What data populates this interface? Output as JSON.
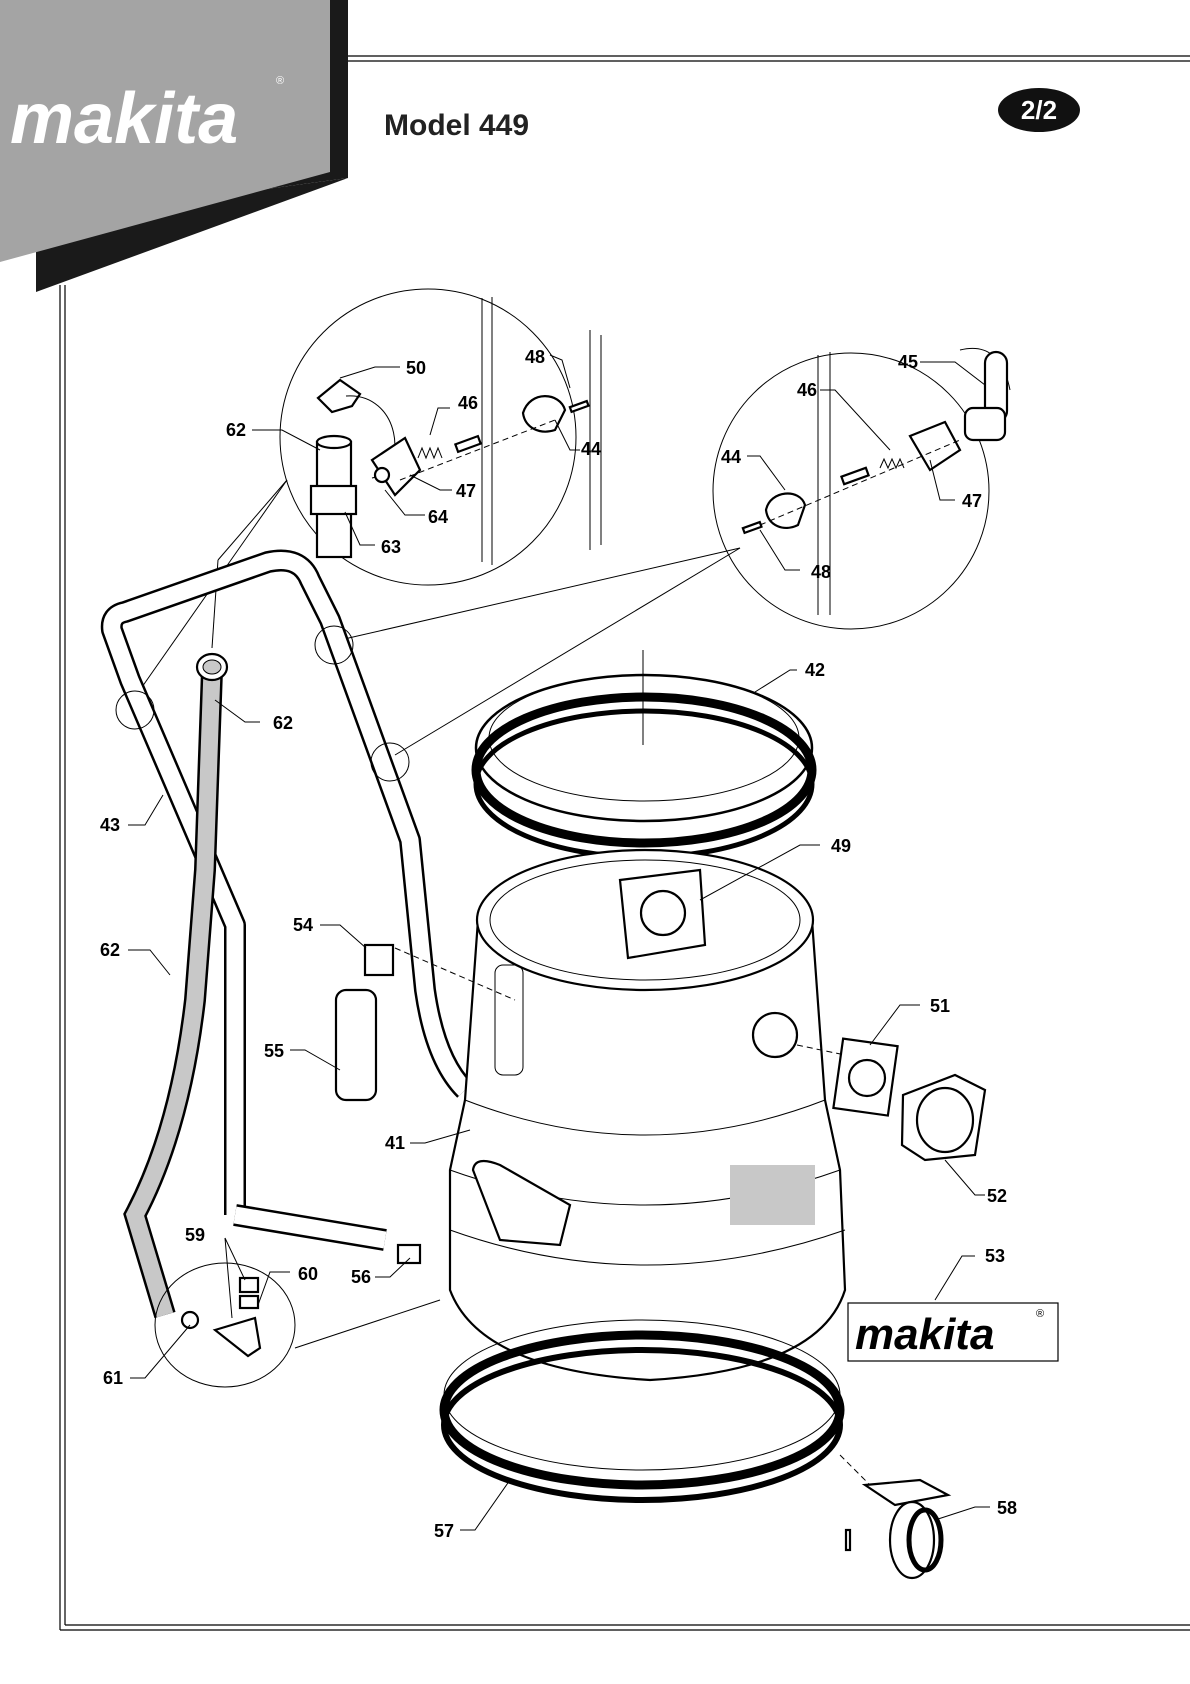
{
  "header": {
    "brand": "makita",
    "title": "Model 449",
    "page": "2/2"
  },
  "colors": {
    "brand_band": "#a4a4a4",
    "brand_band_dark": "#1a1a1a",
    "page_badge": "#111111",
    "stripe": "#c8c8c8"
  },
  "diagram": {
    "label_brand": "makita",
    "callouts": [
      "50",
      "46",
      "48",
      "44",
      "47",
      "64",
      "63",
      "62",
      "45",
      "46",
      "44",
      "47",
      "48",
      "42",
      "62",
      "43",
      "49",
      "62",
      "54",
      "55",
      "51",
      "41",
      "52",
      "53",
      "59",
      "60",
      "56",
      "61",
      "57",
      "58"
    ]
  }
}
